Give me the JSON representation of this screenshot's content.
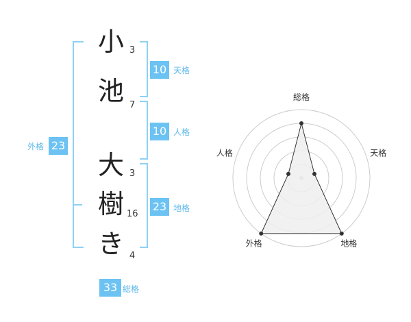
{
  "name": {
    "characters": [
      {
        "char": "小",
        "strokes": "3"
      },
      {
        "char": "池",
        "strokes": "7"
      },
      {
        "char": "大",
        "strokes": "3"
      },
      {
        "char": "樹",
        "strokes": "16"
      },
      {
        "char": "き",
        "strokes": "4"
      }
    ]
  },
  "fortunes": {
    "tenkaku": {
      "value": "10",
      "label": "天格"
    },
    "jinkaku": {
      "value": "10",
      "label": "人格"
    },
    "chikaku": {
      "value": "23",
      "label": "地格"
    },
    "gaikaku": {
      "value": "23",
      "label": "外格"
    },
    "soukaku": {
      "value": "33",
      "label": "総格"
    }
  },
  "radar": {
    "axes": [
      "総格",
      "天格",
      "地格",
      "外格",
      "人格"
    ],
    "levels": [
      4,
      1,
      5,
      5,
      1
    ],
    "max": 5,
    "colors": {
      "ring": "#cccccc",
      "fill": "#eeeeee",
      "line": "#333333",
      "center": "#bbbbbb"
    }
  },
  "colors": {
    "accent": "#6cc3f3",
    "bracket": "#8fd0f5",
    "label": "#5bb7ea"
  }
}
